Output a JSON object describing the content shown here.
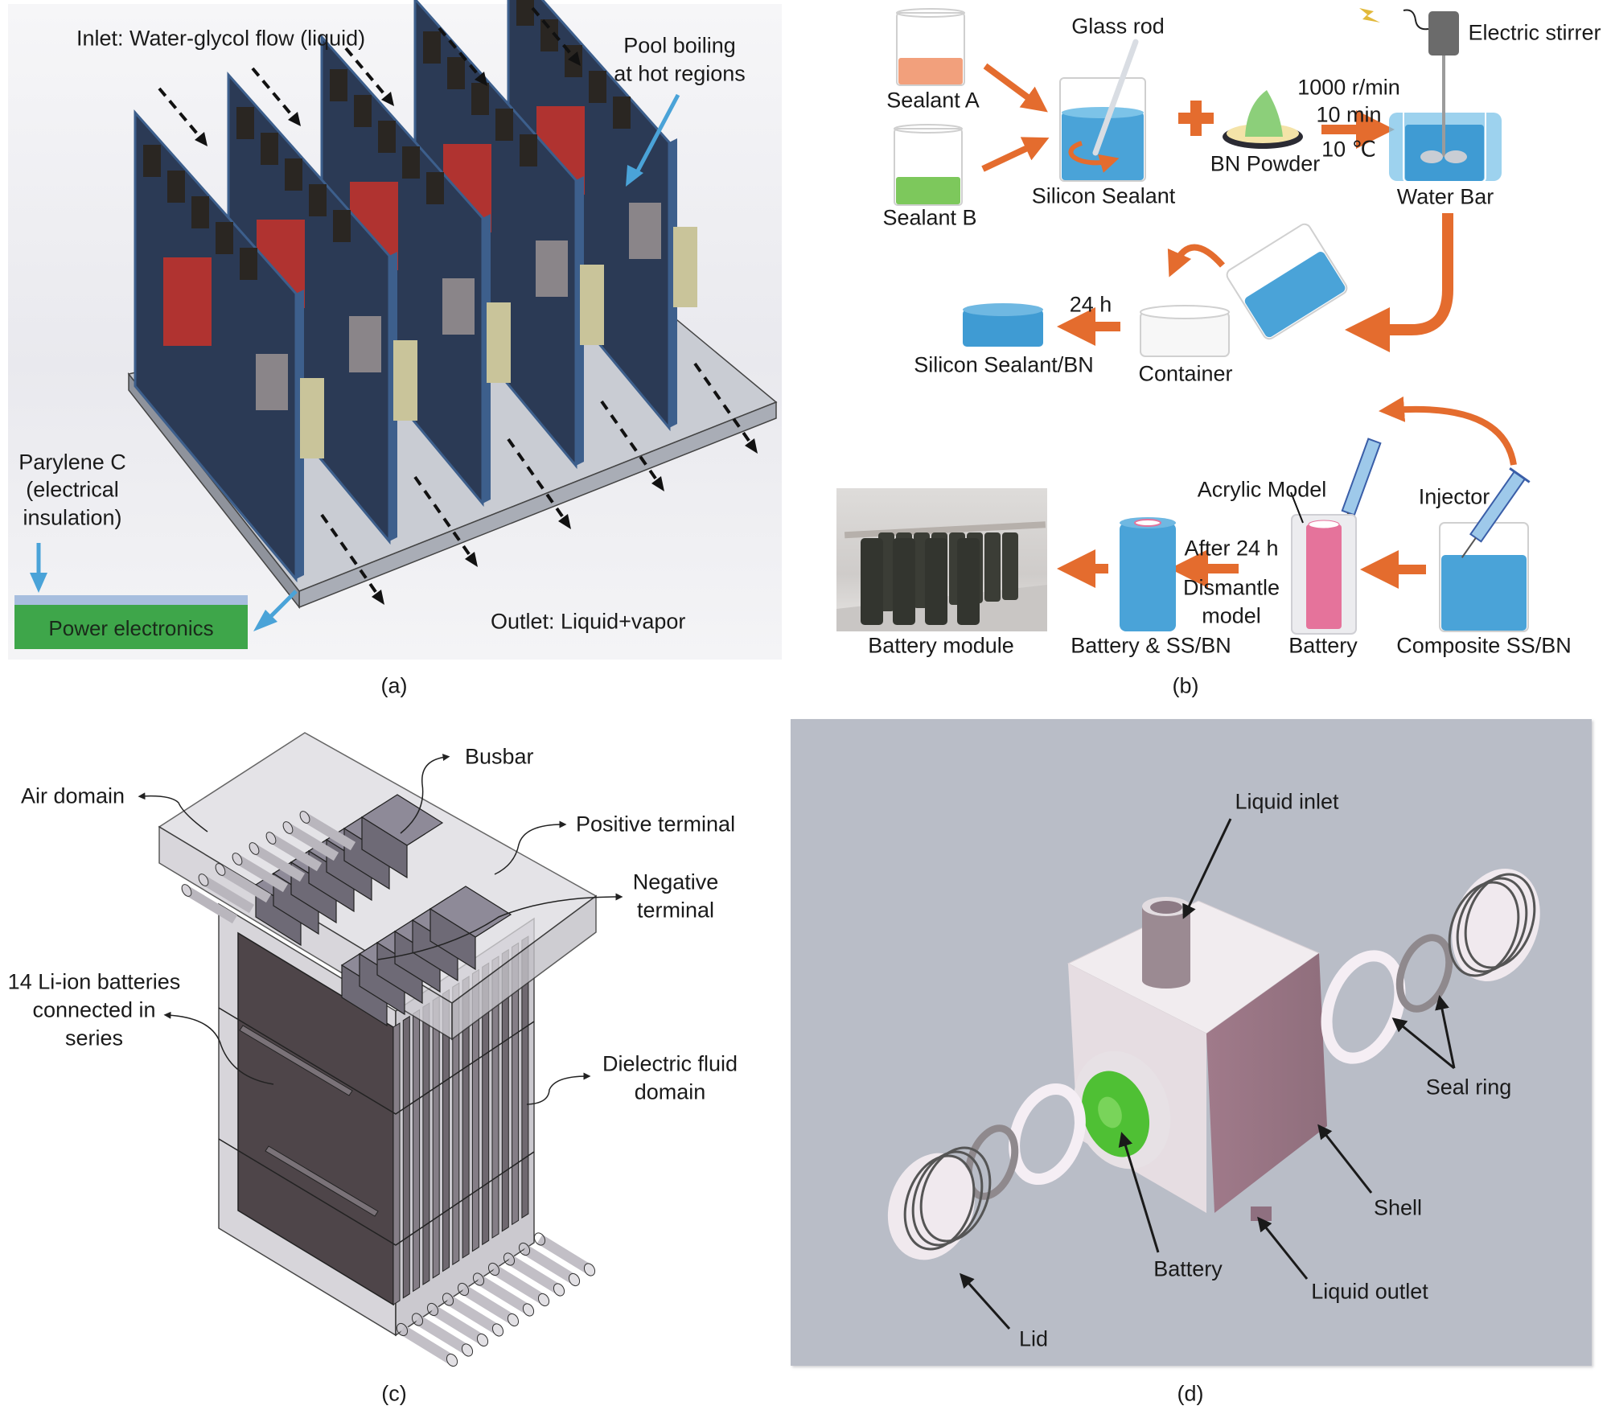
{
  "figure": {
    "panels": {
      "a": {
        "caption": "(a)",
        "inlet_label": "Inlet: Water-glycol flow (liquid)",
        "pool_boiling_label": [
          "Pool boiling",
          "at hot regions"
        ],
        "parylene_label": [
          "Parylene C",
          "(electrical",
          "insulation)"
        ],
        "power_electronics_label": "Power electronics",
        "outlet_label": "Outlet: Liquid+vapor",
        "board_count": 5,
        "colors": {
          "board": "#2b3a55",
          "board_edge": "#3d5f8c",
          "component": "#2a2622",
          "chip_red": "#c8322a",
          "base": "#c9ccd3",
          "callout_arrow": "#4aa3d8",
          "coating": "#a7bede",
          "electronics": "#3ea64a"
        }
      },
      "b": {
        "caption": "(b)",
        "labels": {
          "sealant_a": "Sealant A",
          "sealant_b": "Sealant B",
          "glass_rod": "Glass rod",
          "silicon_sealant": "Silicon Sealant",
          "bn_powder": "BN Powder",
          "speed": "1000 r/min",
          "duration": "10 min",
          "temperature": "10 ℃",
          "electric_stirrer": "Electric stirrer",
          "water_bar": "Water Bar",
          "cure_time": "24 h",
          "silicon_sealant_bn": "Silicon Sealant/BN",
          "container": "Container",
          "acrylic_model": "Acrylic Model",
          "injector": "Injector",
          "after_24h": "After 24 h",
          "dismantle": [
            "Dismantle",
            "model"
          ],
          "battery_module": "Battery module",
          "battery_ss_bn": "Battery & SS/BN",
          "battery": "Battery",
          "composite_ss_bn": "Composite SS/BN"
        },
        "colors": {
          "arrow": "#e46c2e",
          "sealant_a": "#f2a07c",
          "sealant_b": "#7dc85c",
          "blue": "#4aa3d8",
          "battery_pink": "#e5739b",
          "bn_powder": "#8ccf7a",
          "stirrer": "#6b6b6b"
        }
      },
      "c": {
        "caption": "(c)",
        "labels": {
          "busbar": "Busbar",
          "air_domain": "Air domain",
          "positive_terminal": "Positive terminal",
          "negative_terminal": [
            "Negative",
            "terminal"
          ],
          "batteries": [
            "14 Li-ion batteries",
            "connected in",
            "series"
          ],
          "dielectric": [
            "Dielectric fluid",
            "domain"
          ]
        },
        "battery_count": 14,
        "colors": {
          "cell": "#4e4549",
          "domain": "#c8c6cc",
          "busbar": "#8e8a98"
        }
      },
      "d": {
        "caption": "(d)",
        "labels": {
          "liquid_inlet": "Liquid inlet",
          "seal_ring": "Seal ring",
          "shell": "Shell",
          "battery": "Battery",
          "liquid_outlet": "Liquid outlet",
          "lid": "Lid"
        },
        "colors": {
          "background": "#b9bdc7",
          "shell_light": "#ece6ea",
          "shell_dark": "#93707f",
          "battery_green": "#4fc034"
        }
      }
    }
  }
}
